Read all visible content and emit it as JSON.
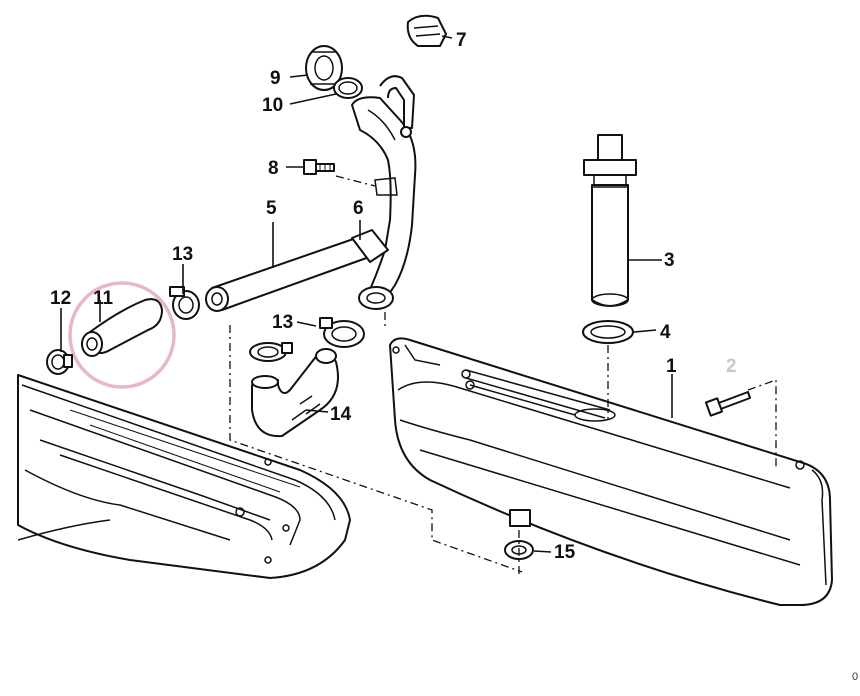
{
  "callouts": {
    "c1": "1",
    "c2": "2",
    "c3": "3",
    "c4": "4",
    "c5": "5",
    "c6": "6",
    "c7": "7",
    "c8": "8",
    "c9": "9",
    "c10": "10",
    "c11": "11",
    "c12": "12",
    "c13a": "13",
    "c13b": "13",
    "c14": "14",
    "c15": "15"
  },
  "corner_mark": "0",
  "colors": {
    "line": "#111111",
    "highlight": "#e8b7c7",
    "faded_label": "#c8c8c8"
  },
  "highlighted_part": "11"
}
